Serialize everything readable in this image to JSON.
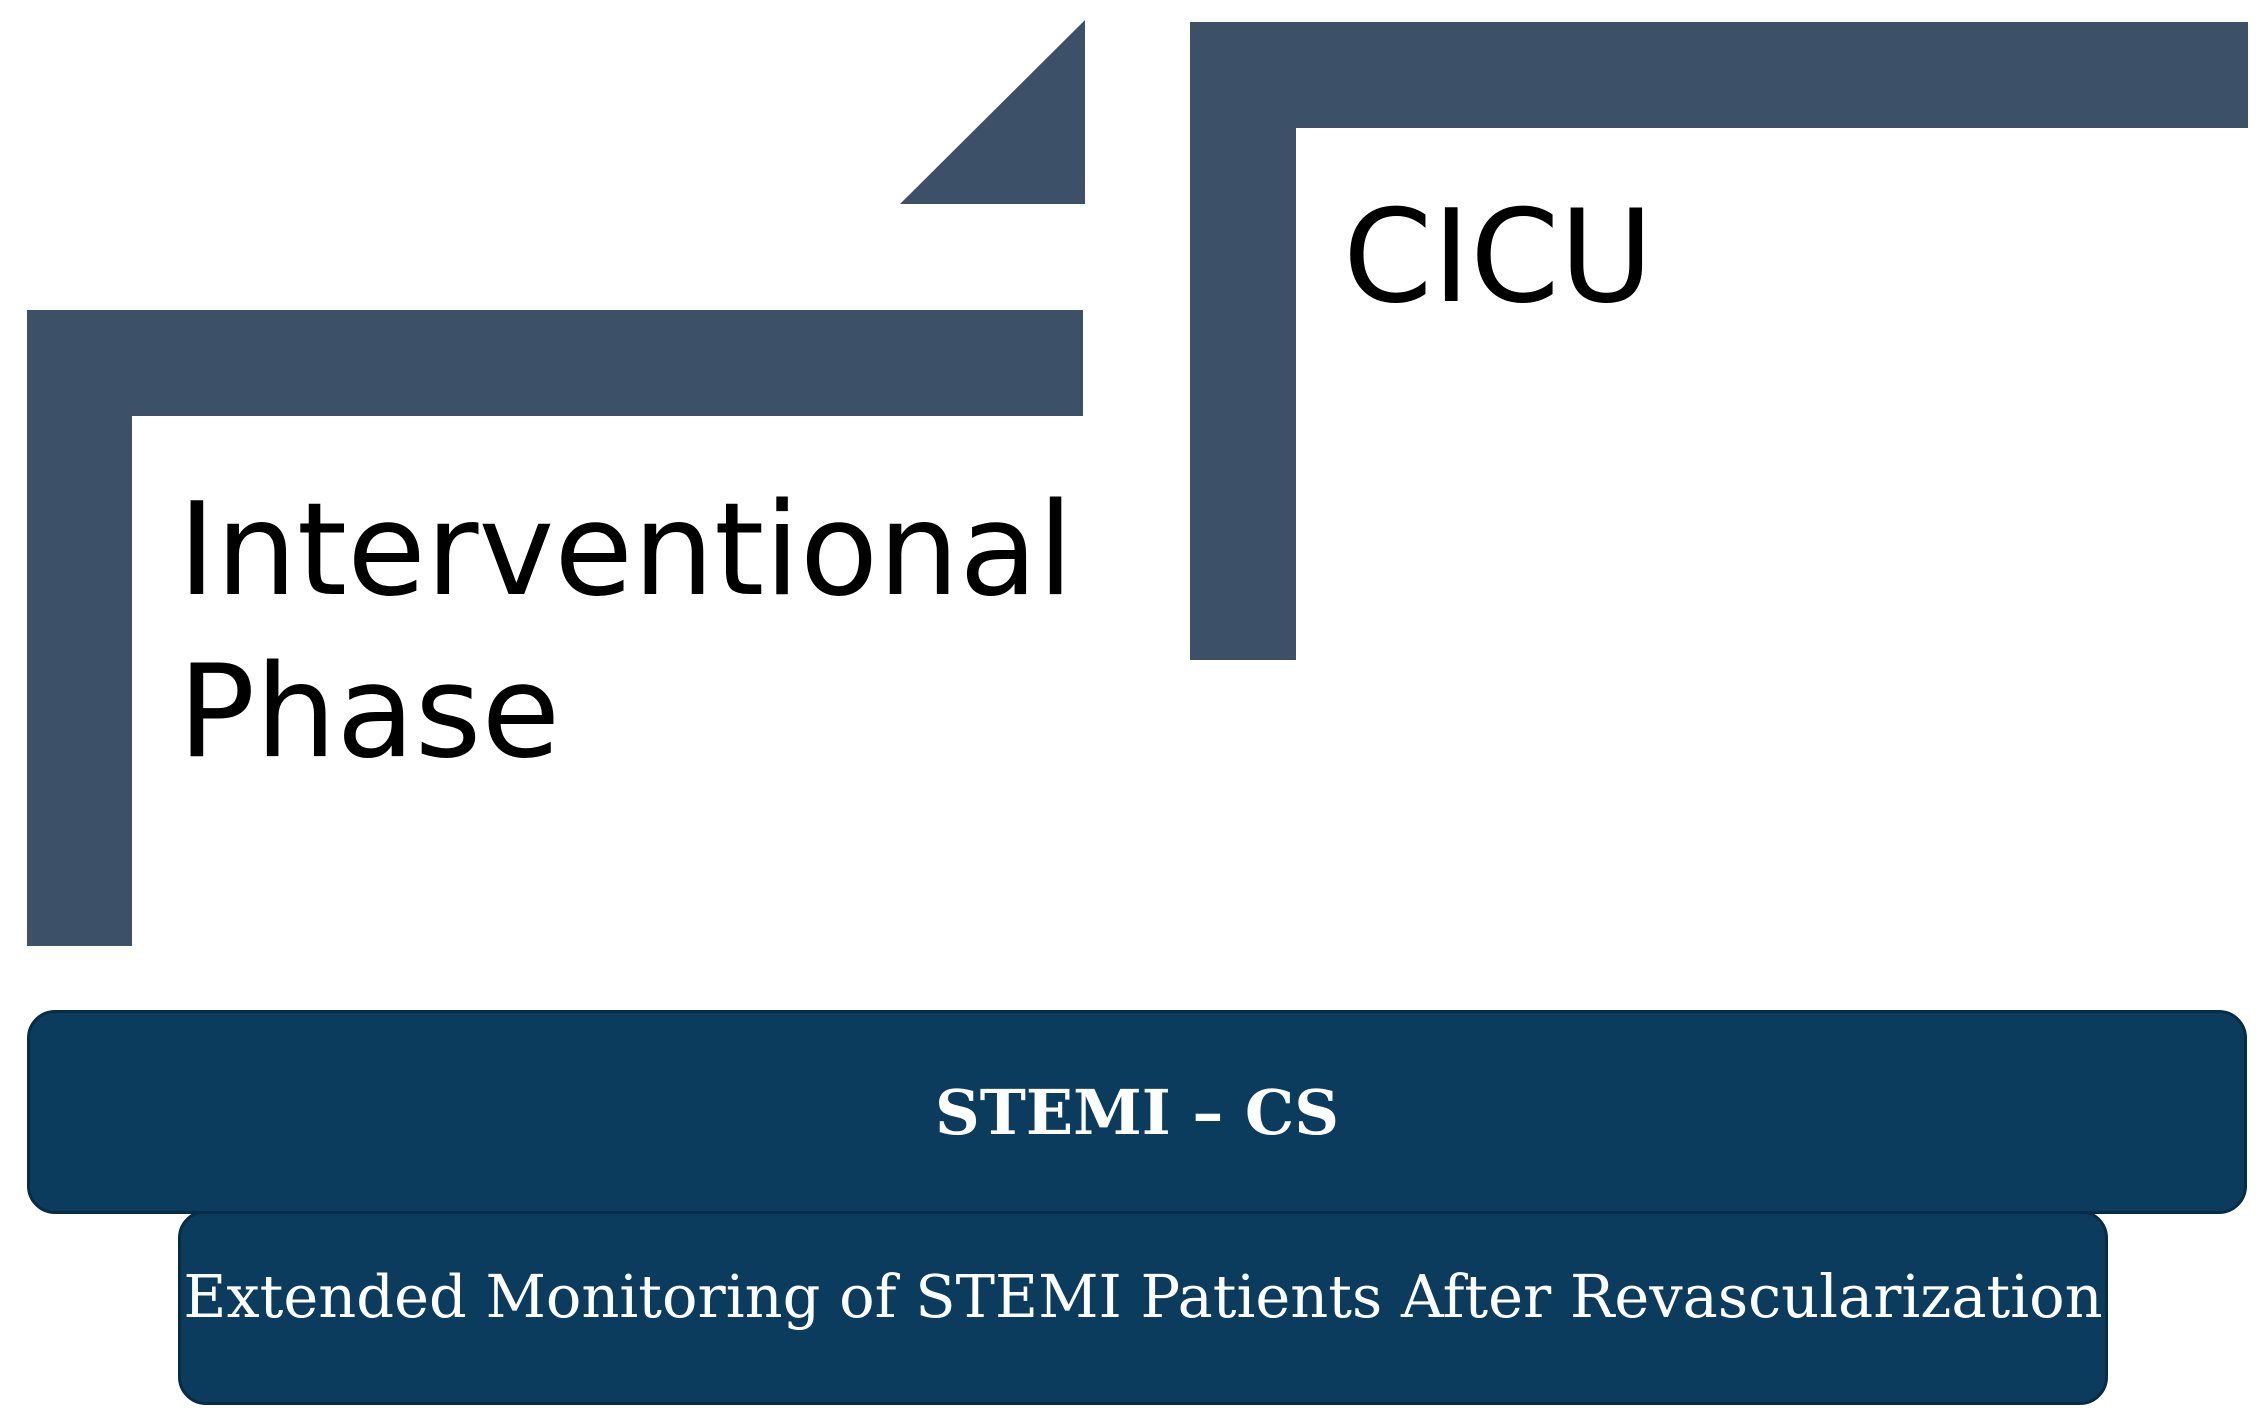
{
  "diagram": {
    "colors": {
      "bracket": "#3c5068",
      "bar_fill": "#0b3c5d",
      "bar_text": "#ffffff",
      "label_text": "#000000",
      "background": "#ffffff"
    },
    "phases": {
      "interventional": {
        "line1": "Interventional",
        "line2": "Phase"
      },
      "cicu": {
        "label": "CICU"
      }
    },
    "bars": {
      "stemi_cs": "STEMI – CS",
      "extended_monitoring": "Extended Monitoring of STEMI Patients After Revascularization"
    }
  }
}
